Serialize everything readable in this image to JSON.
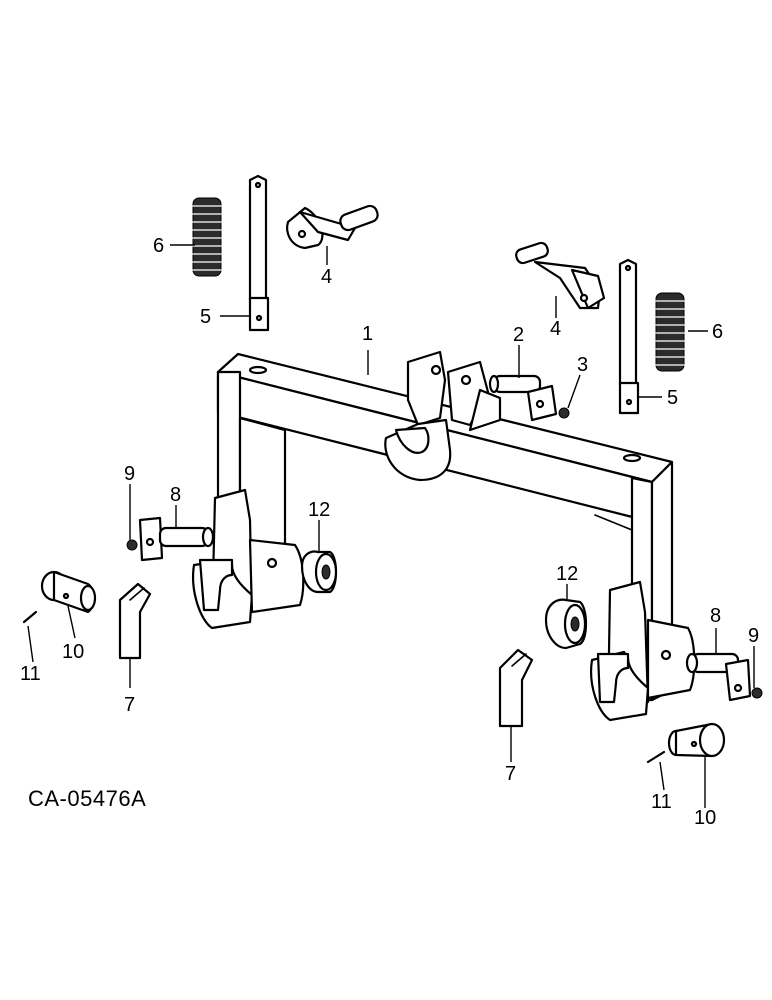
{
  "figure_id": "CA-05476A",
  "callouts": {
    "c1": "1",
    "c2": "2",
    "c3": "3",
    "c4a": "4",
    "c4b": "4",
    "c5a": "5",
    "c5b": "5",
    "c6a": "6",
    "c6b": "6",
    "c7a": "7",
    "c7b": "7",
    "c8a": "8",
    "c8b": "8",
    "c9a": "9",
    "c9b": "9",
    "c10a": "10",
    "c10b": "10",
    "c11a": "11",
    "c11b": "11",
    "c12a": "12",
    "c12b": "12"
  }
}
